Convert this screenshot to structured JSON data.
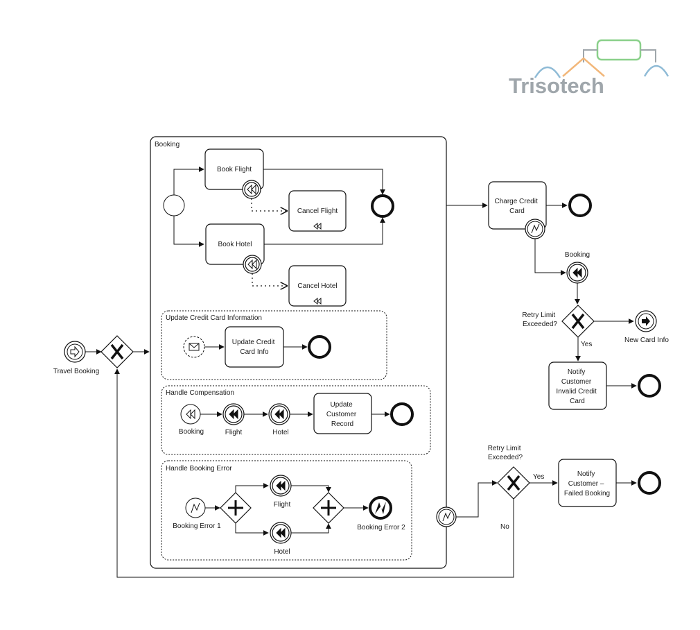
{
  "logo": {
    "text": "Trisotech"
  },
  "subprocesses": {
    "booking": "Booking",
    "update_cc": "Update Credit Card Information",
    "handle_comp": "Handle Compensation",
    "handle_error": "Handle Booking Error"
  },
  "tasks": {
    "book_flight": [
      "Book Flight"
    ],
    "book_hotel": [
      "Book Hotel"
    ],
    "cancel_flight": [
      "Cancel Flight"
    ],
    "cancel_hotel": [
      "Cancel Hotel"
    ],
    "update_cc_info": [
      "Update Credit",
      "Card Info"
    ],
    "update_customer": [
      "Update",
      "Customer",
      "Record"
    ],
    "charge_cc": [
      "Charge Credit",
      "Card"
    ],
    "notify_invalid": [
      "Notify",
      "Customer",
      "Invalid Credit",
      "Card"
    ],
    "notify_failed": [
      "Notify",
      "Customer –",
      "Failed Booking"
    ]
  },
  "events": {
    "travel_booking": "Travel Booking",
    "comp_booking": "Booking",
    "comp_flight": "Flight",
    "comp_hotel": "Hotel",
    "err_flight": "Flight",
    "err_hotel": "Hotel",
    "booking_error_1": "Booking Error 1",
    "booking_error_2": "Booking Error 2",
    "booking_comp": "Booking",
    "new_card_info": "New Card Info"
  },
  "gateways": {
    "retry_top": [
      "Retry Limit",
      "Exceeded?"
    ],
    "retry_bottom": [
      "Retry Limit",
      "Exceeded?"
    ]
  },
  "flow_labels": {
    "yes_top": "Yes",
    "yes_bottom": "Yes",
    "no_bottom": "No"
  },
  "colors": {
    "stroke": "#111111",
    "logo_gray": "#9fa6ab",
    "logo_blue": "#8fbbd6",
    "logo_green": "#8ad08a",
    "logo_orange": "#f2b77a"
  }
}
